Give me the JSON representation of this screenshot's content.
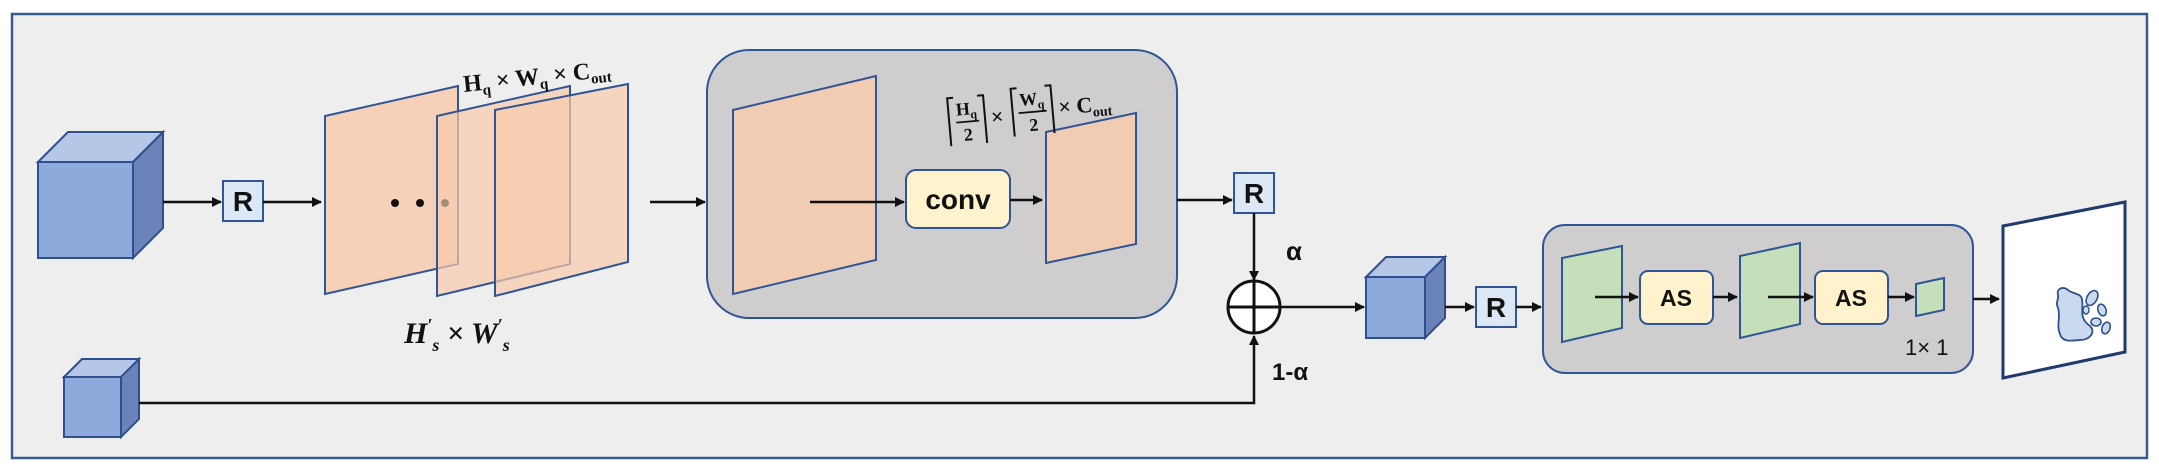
{
  "labels": {
    "r_box": "R",
    "conv": "conv",
    "as": "AS",
    "alpha": "α",
    "one_minus_alpha": "1-α",
    "one_by_one": "1× 1"
  },
  "formulas": {
    "feature_size_top": "H_q × W_q × C_out",
    "feature_size_bottom": "H′_s × W′_s",
    "pooled_size": "⌈H_q/2⌉ × ⌈W_q/2⌉ × C_out"
  },
  "colors": {
    "background_panel": "#eeeeee",
    "panel_border": "#3a5a92",
    "cube_front": "#8ea9db",
    "cube_top": "#b4c7e7",
    "cube_side": "#6b83b8",
    "feature_map": "#f8cbad",
    "group_box": "#cfcdce",
    "conv_box": "#fff2cc",
    "r_box_fill": "#dde8f6",
    "green_map": "#c5dfbb",
    "output_fill": "#ffffff"
  },
  "icons": {
    "sum_node": "circled-plus-icon",
    "output_mask": "segmentation-mask-icon"
  }
}
